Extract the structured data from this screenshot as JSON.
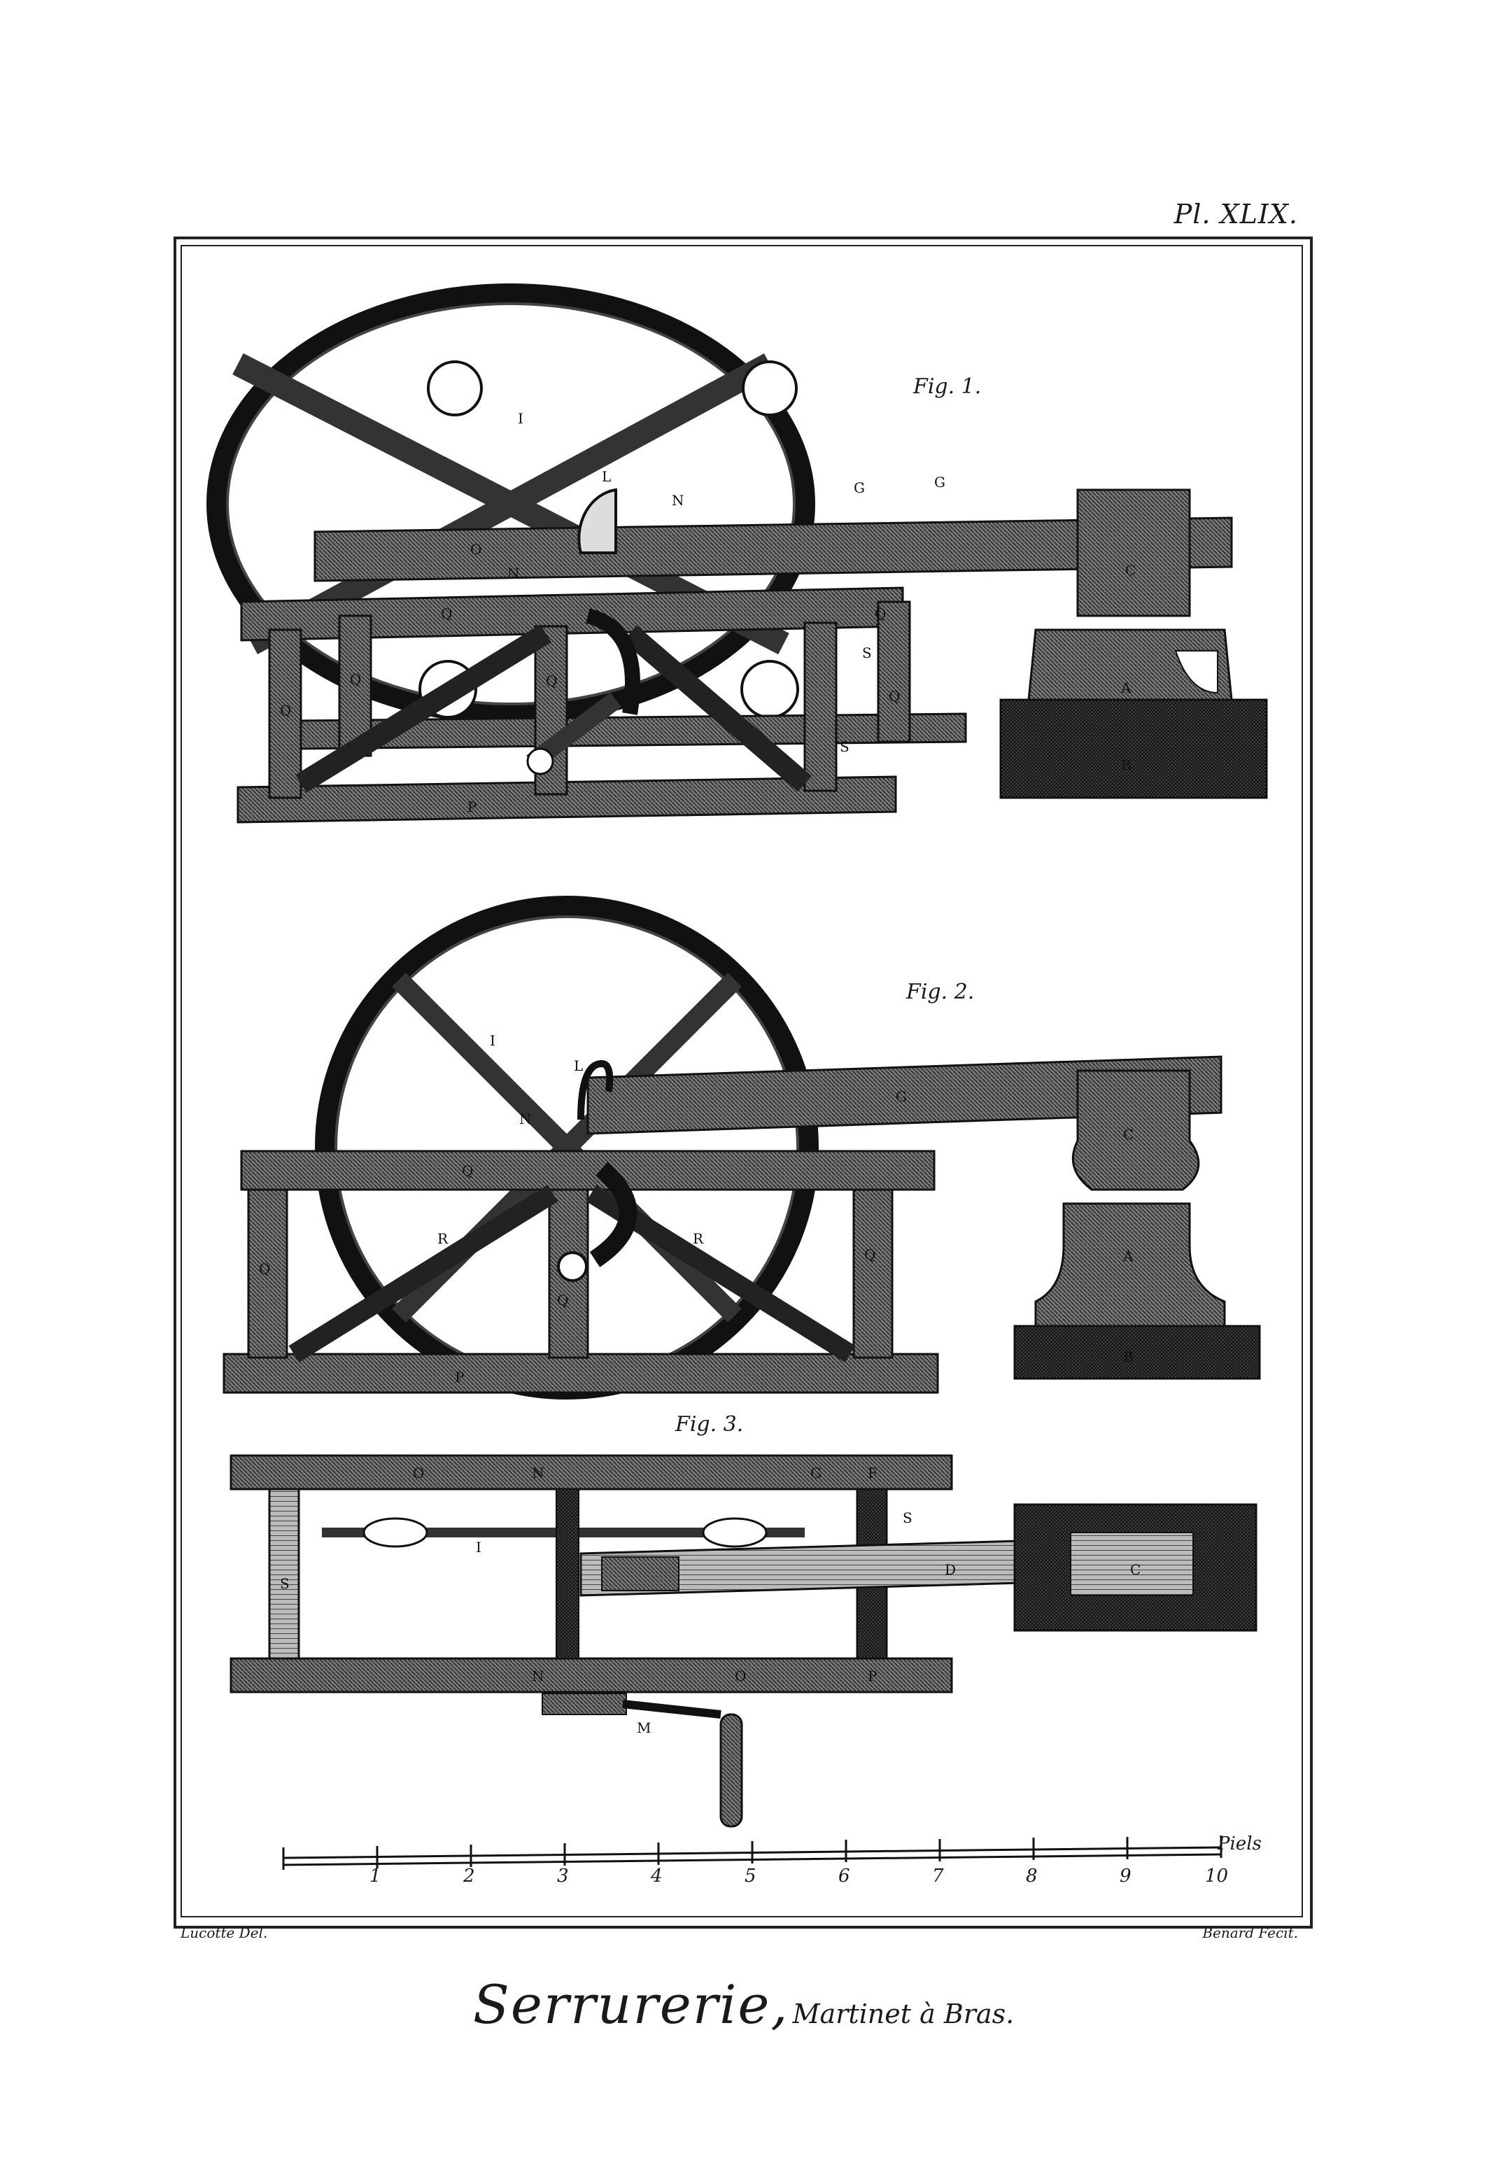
{
  "plate_number": "Pl. XLIX.",
  "figures": {
    "fig1": "Fig. 1.",
    "fig2": "Fig. 2.",
    "fig3": "Fig. 3."
  },
  "scale": {
    "unit": "Piels",
    "ticks": [
      "1",
      "2",
      "3",
      "4",
      "5",
      "6",
      "7",
      "8",
      "9",
      "10"
    ]
  },
  "credits": {
    "draftsman": "Lucotte Del.",
    "engraver": "Benard Fecit."
  },
  "title": {
    "main": "Serrurerie,",
    "sub": "Martinet à Bras."
  },
  "letters": {
    "fig1": [
      "I",
      "L",
      "N",
      "G",
      "G",
      "O",
      "N",
      "C",
      "Q",
      "Q",
      "S",
      "Q",
      "Q",
      "S",
      "Q",
      "S",
      "A",
      "B",
      "P",
      "Q"
    ],
    "fig2": [
      "I",
      "L",
      "N",
      "G",
      "Q",
      "R",
      "R",
      "Q",
      "Q",
      "Q",
      "C",
      "A",
      "B",
      "P"
    ],
    "fig3": [
      "O",
      "N",
      "G",
      "F",
      "S",
      "I",
      "S",
      "D",
      "C",
      "N",
      "O",
      "P",
      "M"
    ]
  }
}
